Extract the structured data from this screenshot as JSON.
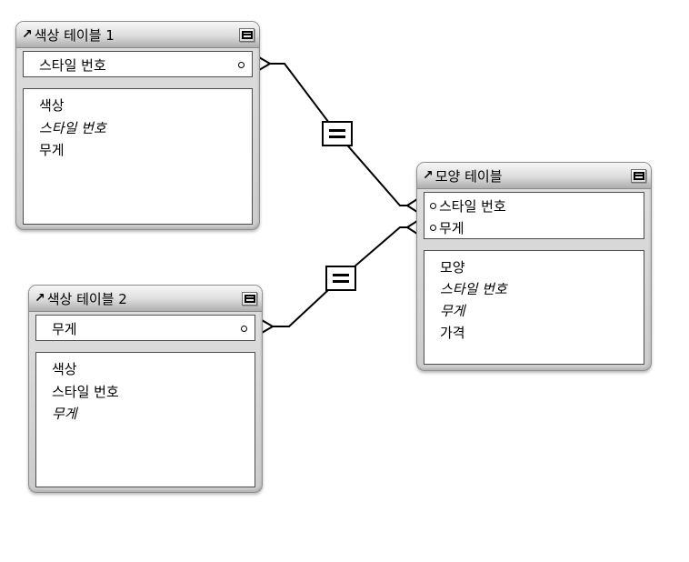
{
  "diagram": {
    "icons": {
      "table_arrow": "↗",
      "collapse_button": "squared-minus-toggle",
      "connection_dot": "small-circle",
      "line_end": "crow-foot"
    },
    "colors": {
      "canvas_bg": "#ffffff",
      "table_frame": "#d4d4d4",
      "titlebar_top": "#f7f7f7",
      "titlebar_bottom": "#aeaeae",
      "field_bg": "#ffffff",
      "line": "#000000",
      "text": "#000000"
    },
    "tables": [
      {
        "title": "색상 테이블 1",
        "key_fields": [
          {
            "name": "스타일 번호"
          }
        ],
        "fields": [
          {
            "name": "색상",
            "italic": false
          },
          {
            "name": "스타일 번호",
            "italic": true
          },
          {
            "name": "무게",
            "italic": false
          }
        ]
      },
      {
        "title": "색상 테이블 2",
        "key_fields": [
          {
            "name": "무게"
          }
        ],
        "fields": [
          {
            "name": "색상",
            "italic": false
          },
          {
            "name": "스타일 번호",
            "italic": false
          },
          {
            "name": "무게",
            "italic": true
          }
        ]
      },
      {
        "title": "모양 테이블",
        "key_fields": [
          {
            "name": "스타일 번호"
          },
          {
            "name": "무게"
          }
        ],
        "fields": [
          {
            "name": "모양",
            "italic": false
          },
          {
            "name": "스타일 번호",
            "italic": true
          },
          {
            "name": "무게",
            "italic": true
          },
          {
            "name": "가격",
            "italic": false
          }
        ]
      }
    ],
    "relationships": [
      {
        "from_table": "색상 테이블 1",
        "from_field": "스타일 번호",
        "to_table": "모양 테이블",
        "to_field": "스타일 번호",
        "operator": "="
      },
      {
        "from_table": "색상 테이블 2",
        "from_field": "무게",
        "to_table": "모양 테이블",
        "to_field": "무게",
        "operator": "="
      }
    ]
  }
}
